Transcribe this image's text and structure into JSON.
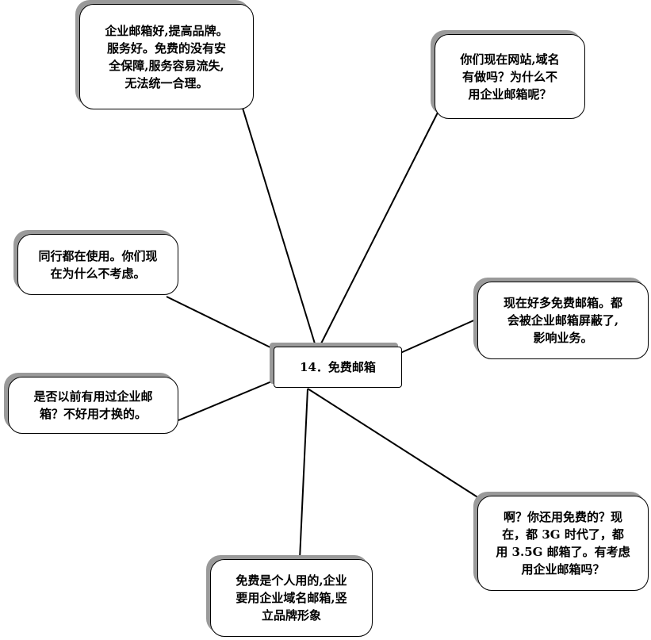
{
  "center": {
    "label": "14．免费邮箱"
  },
  "nodes": [
    {
      "lines": [
        "企业邮箱好,提高品牌。",
        "服务好。免费的没有安",
        "全保障,服务容易流失,",
        "无法统一合理。"
      ]
    },
    {
      "lines": [
        "你们现在网站,域名",
        "有做吗？为什么不",
        "用企业邮箱呢？"
      ]
    },
    {
      "lines": [
        "同行都在使用。你们现",
        "在为什么不考虑。"
      ]
    },
    {
      "lines": [
        "现在好多免费邮箱。都",
        "会被企业邮箱屏蔽了,",
        "影响业务。"
      ]
    },
    {
      "lines": [
        "是否以前有用过企业邮",
        "箱？不好用才换的。"
      ]
    },
    {
      "lines": [
        "啊？你还用免费的？现",
        "在，都 3G 时代了，都",
        "用 3.5G 邮箱了。有考虑",
        "用企业邮箱吗？"
      ]
    },
    {
      "lines": [
        "免费是个人用的,企业",
        "要用企业域名邮箱,竖",
        "立品牌形象"
      ]
    }
  ]
}
